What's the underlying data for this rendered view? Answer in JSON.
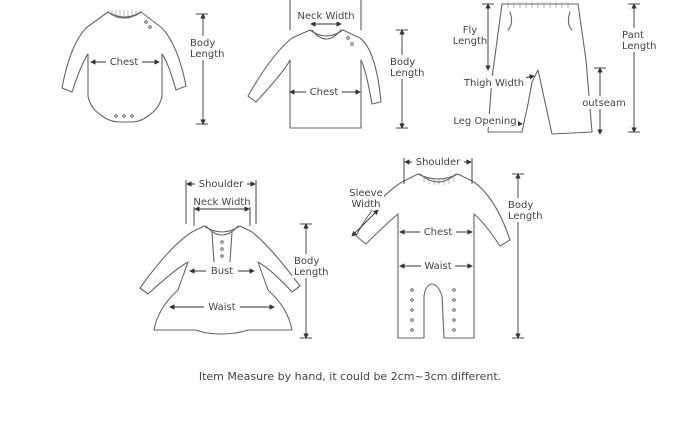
{
  "garments": {
    "bodysuit": {
      "chest": "Chest",
      "body_length": [
        "Body",
        "Length"
      ]
    },
    "top": {
      "neck_width": "Neck Width",
      "chest": "Chest",
      "body_length": [
        "Body",
        "Length"
      ]
    },
    "pants": {
      "fly_length": [
        "Fly",
        "Length"
      ],
      "pant_length": [
        "Pant",
        "Length"
      ],
      "thigh_width": "Thigh Width",
      "outseam": "outseam",
      "leg_opening": "Leg Opening"
    },
    "dress": {
      "shoulder": "Shoulder",
      "neck_width": "Neck Width",
      "bust": "Bust",
      "waist": "Waist",
      "body_length": [
        "Body",
        "Length"
      ]
    },
    "romper": {
      "shoulder": "Shoulder",
      "sleeve_width": [
        "Sleeve",
        "Width"
      ],
      "chest": "Chest",
      "waist": "Waist",
      "body_length": [
        "Body",
        "Length"
      ]
    }
  },
  "footnote": "Item Measure by hand, it could be 2cm~3cm different."
}
